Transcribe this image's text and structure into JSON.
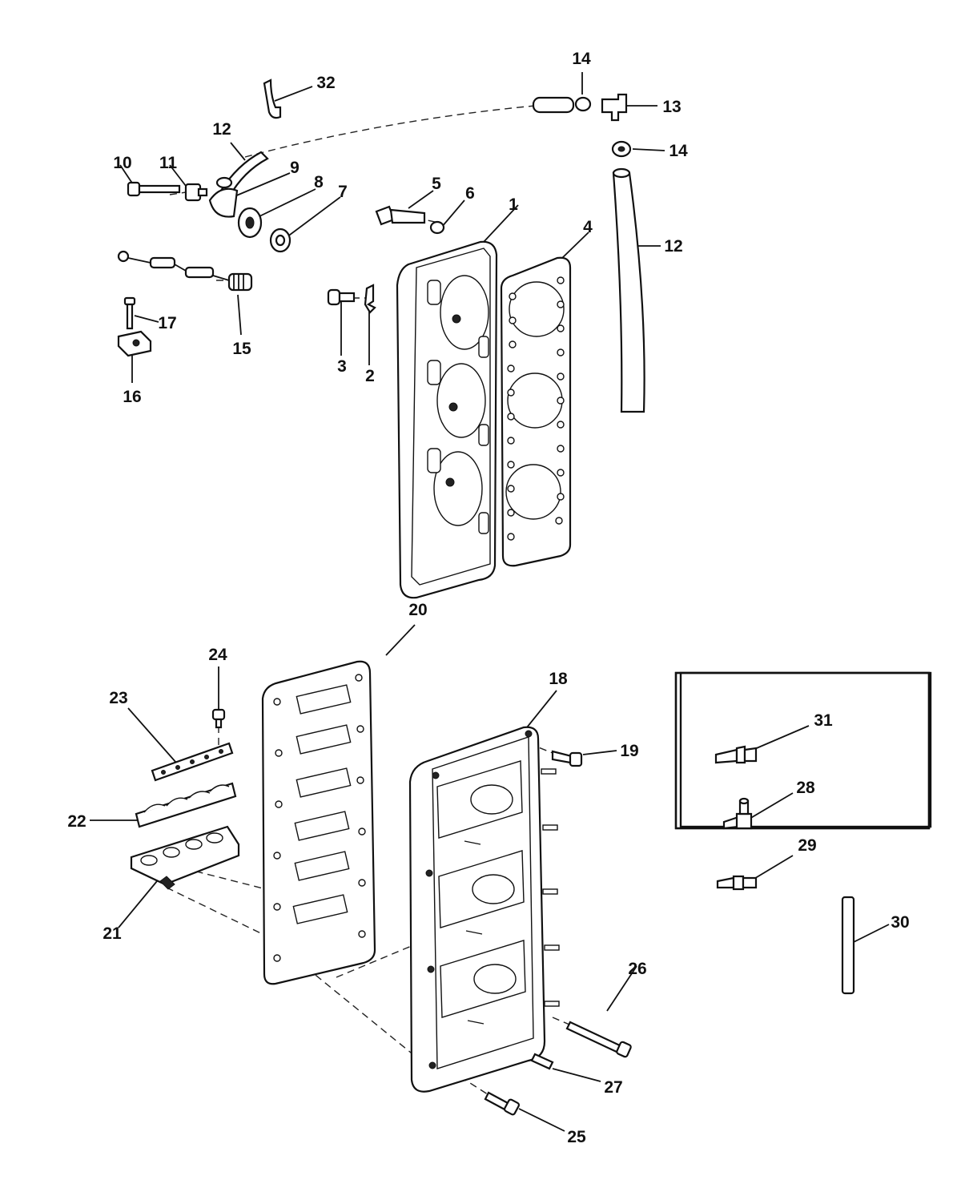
{
  "callouts": [
    {
      "id": "c1",
      "text": "1"
    },
    {
      "id": "c2",
      "text": "2"
    },
    {
      "id": "c3",
      "text": "3"
    },
    {
      "id": "c4",
      "text": "4"
    },
    {
      "id": "c5",
      "text": "5"
    },
    {
      "id": "c6",
      "text": "6"
    },
    {
      "id": "c7",
      "text": "7"
    },
    {
      "id": "c8",
      "text": "8"
    },
    {
      "id": "c9",
      "text": "9"
    },
    {
      "id": "c10",
      "text": "10"
    },
    {
      "id": "c11",
      "text": "11"
    },
    {
      "id": "c12a",
      "text": "12"
    },
    {
      "id": "c12b",
      "text": "12"
    },
    {
      "id": "c13",
      "text": "13"
    },
    {
      "id": "c14a",
      "text": "14"
    },
    {
      "id": "c14b",
      "text": "14"
    },
    {
      "id": "c15",
      "text": "15"
    },
    {
      "id": "c16",
      "text": "16"
    },
    {
      "id": "c17",
      "text": "17"
    },
    {
      "id": "c18",
      "text": "18"
    },
    {
      "id": "c19",
      "text": "19"
    },
    {
      "id": "c20",
      "text": "20"
    },
    {
      "id": "c21",
      "text": "21"
    },
    {
      "id": "c22",
      "text": "22"
    },
    {
      "id": "c23",
      "text": "23"
    },
    {
      "id": "c24",
      "text": "24"
    },
    {
      "id": "c25",
      "text": "25"
    },
    {
      "id": "c26",
      "text": "26"
    },
    {
      "id": "c27",
      "text": "27"
    },
    {
      "id": "c28",
      "text": "28"
    },
    {
      "id": "c29",
      "text": "29"
    },
    {
      "id": "c30",
      "text": "30"
    },
    {
      "id": "c31",
      "text": "31"
    },
    {
      "id": "c32",
      "text": "32"
    }
  ]
}
